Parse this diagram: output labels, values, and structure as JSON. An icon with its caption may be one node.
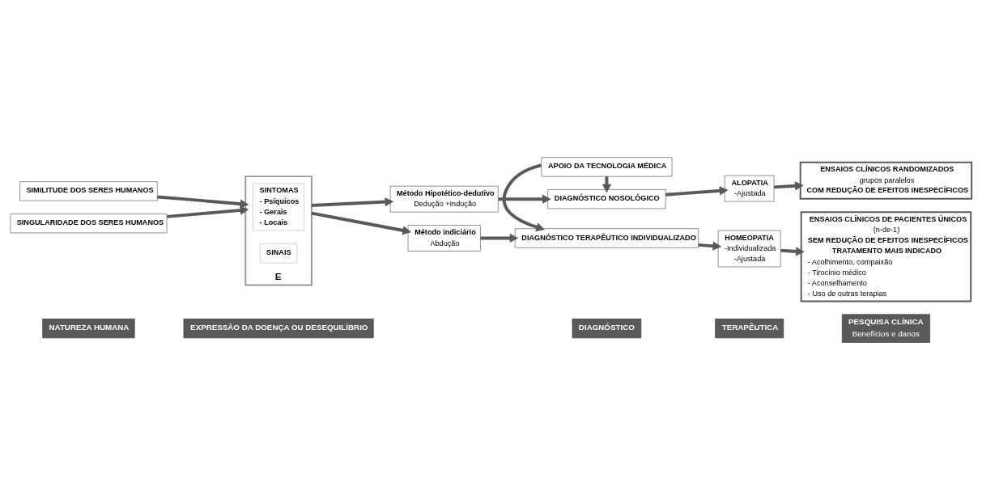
{
  "diagram": {
    "nodes": [
      {
        "text": [
          "NATUREZA HUMANA"
        ]
      },
      {
        "text": [
          "EXPRESSÃO DA DOENÇA OU DESEQUILÍBRIO"
        ]
      },
      {
        "text": [
          "DIAGNÓSTICO"
        ]
      },
      {
        "text": [
          "TERAPÊUTICA"
        ]
      },
      {
        "text": [
          "PESQUISA CLÍNICA",
          "Benefícios e danos"
        ]
      },
      {
        "text": [
          "SIMILITUDE DOS SERES HUMANOS"
        ]
      },
      {
        "text": [
          "Método Hipotético-dedutivo",
          "Dedução +Indução"
        ]
      },
      {
        "text": [
          "DIAGNÓSTICO NOSOLÓGICO"
        ]
      },
      {
        "text": [
          "ALOPATIA",
          "-Ajustada"
        ]
      },
      {
        "text": [
          "ENSAIOS CLÍNICOS RANDOMIZADOS",
          "grupos paralelos",
          "COM REDUÇÃO DE EFEITOS INESPECÍFICOS"
        ]
      },
      {
        "text": [
          "E"
        ]
      },
      {
        "text": [
          "SINTOMAS",
          "- Psíquicos",
          "- Gerais",
          "- Locais"
        ],
        "in": 10
      },
      {
        "text": [
          "SINAIS"
        ],
        "in": 10
      },
      {
        "text": [
          "APOIO DA TECNOLOGIA MÉDICA"
        ]
      },
      {
        "text": [
          "ENSAIOS CLÍNICOS DE PACIENTES ÚNICOS",
          "(n-de-1)",
          "SEM REDUÇÃO DE EFEITOS INESPECÍFICOS",
          "TRATAMENTO MAIS INDICADO",
          "- Acolhimento, compaixão",
          "- Tirocínio médico",
          "- Aconselhamento",
          "- Uso de outras terapias"
        ]
      },
      {
        "text": [
          "SINGULARIDADE DOS SERES HUMANOS"
        ]
      },
      {
        "text": [
          "Método indiciário",
          "Abdução"
        ]
      },
      {
        "text": [
          "DIAGNÓSTICO TERAPÊUTICO INDIVIDUALIZADO"
        ]
      },
      {
        "text": [
          "HOMEOPATIA",
          "-Individualizada",
          "-Ajustada"
        ]
      }
    ],
    "edges": [
      {
        "from": 5,
        "to": 10,
        "arrow": "to"
      },
      {
        "from": 10,
        "to": 6,
        "arrow": "to"
      },
      {
        "from": 6,
        "to": 7,
        "arrow": "to"
      },
      {
        "from": 7,
        "to": 8,
        "arrow": "to"
      },
      {
        "from": 8,
        "to": 9,
        "arrow": "to"
      },
      {
        "from": 15,
        "to": 10,
        "arrow": "to"
      },
      {
        "from": 10,
        "to": 16,
        "arrow": "to"
      },
      {
        "from": 16,
        "to": 17,
        "arrow": "to"
      },
      {
        "from": 17,
        "to": 18,
        "arrow": "to"
      },
      {
        "from": 18,
        "to": 14,
        "arrow": "to"
      },
      {
        "from": 13,
        "to": 7,
        "arrow": "to"
      },
      {
        "from": 13,
        "to": 17,
        "arrow": "to"
      }
    ]
  }
}
